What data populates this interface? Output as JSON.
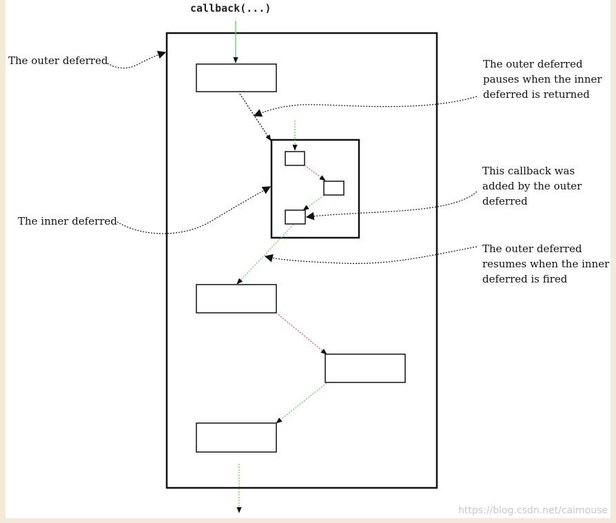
{
  "diagram": {
    "top_label": "callback(...)",
    "labels": {
      "outer_deferred": "The outer deferred",
      "inner_deferred": "The inner deferred",
      "pauses": [
        "The outer deferred",
        "pauses when the inner",
        "deferred is returned"
      ],
      "callback_added": [
        "This callback was",
        "added by the outer",
        "deferred"
      ],
      "resumes": [
        "The outer deferred",
        "resumes when the inner",
        "deferred is fired"
      ]
    },
    "watermark": "https://blog.csdn.net/caimouse",
    "colors": {
      "success_arrow": "#5cd65c",
      "error_arrow": "#e05a5a",
      "flow_arrow": "#111111",
      "pointer": "#111111"
    }
  }
}
